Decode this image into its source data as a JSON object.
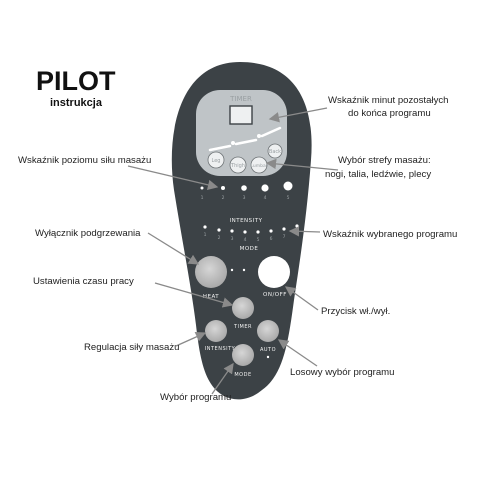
{
  "title": "PILOT",
  "subtitle": "instrukcja",
  "remote": {
    "timer_label": "TIMER",
    "zones": [
      "Leg",
      "Thigh",
      "Lumbar",
      "Back"
    ],
    "intensity_label": "INTENSITY",
    "mode_label": "MODE",
    "intensity_numbers": [
      "1",
      "2",
      "3",
      "4",
      "5"
    ],
    "mode_numbers": [
      "1",
      "2",
      "3",
      "4",
      "5",
      "6",
      "7",
      "8"
    ],
    "buttons": {
      "heat": "HEAT",
      "onoff": "ON/OFF",
      "timer": "TIMER",
      "intensity": "INTENSITY",
      "auto": "AUTO",
      "mode": "MODE"
    }
  },
  "annotations": {
    "minutes": [
      "Wskaźnik minut pozostałych",
      "do końca programu"
    ],
    "zones": [
      "Wybór strefy masażu:",
      "nogi, talia, ledźwie, plecy"
    ],
    "intensity_level": "Wskaźnik poziomu siłu masażu",
    "program_indicator": "Wskaźnik wybranego programu",
    "heat_switch": "Wyłącznik podgrzewania",
    "work_time": "Ustawienia czasu pracy",
    "power": "Przycisk wł./wył.",
    "force": "Regulacja siły masażu",
    "random": "Losowy wybór programu",
    "program_select": "Wybór programu"
  },
  "colors": {
    "body": "#3c4246",
    "lcd": "#bfc4c7",
    "button_gray": "#bdbdbd",
    "button_white": "#ffffff",
    "arrow": "#8a8a8a"
  }
}
